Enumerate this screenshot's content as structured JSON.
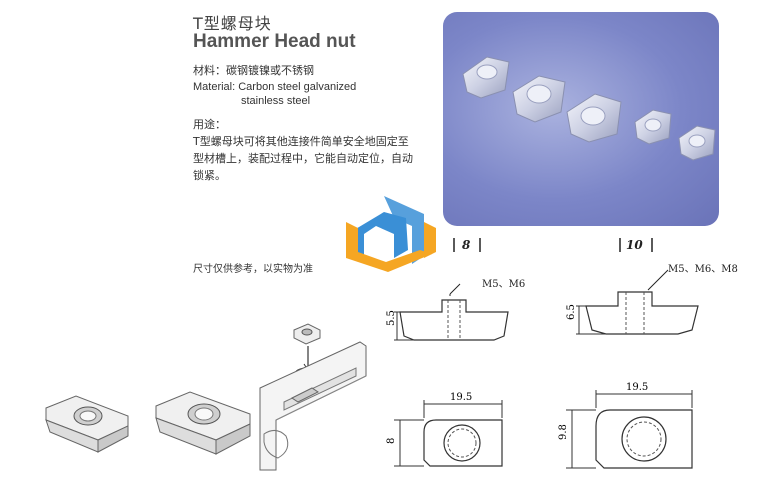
{
  "title_cn": "T型螺母块",
  "title_en": "Hammer Head nut",
  "material_cn": "材料：碳钢镀镍或不锈钢",
  "material_en_1": "Material: Carbon steel galvanized",
  "material_en_2": "stainless steel",
  "use_label": "用途：",
  "use_text": "T型螺母块可将其他连接件简单安全地固定至型材槽上，装配过程中，它能自动定位，自动锁紧。",
  "size_note": "尺寸仅供参考，以实物为准",
  "drawing_8": {
    "series": "8",
    "threads": "M5、M6",
    "height": "5.5",
    "width": "19.5",
    "depth": "8"
  },
  "drawing_10": {
    "series": "10",
    "threads": "M5、M6、M8",
    "height": "6.5",
    "width": "19.5",
    "depth": "9.8"
  },
  "colors": {
    "photo_bg": "#7c86c8",
    "logo_blue": "#3a8fd6",
    "logo_orange": "#f5a623"
  }
}
